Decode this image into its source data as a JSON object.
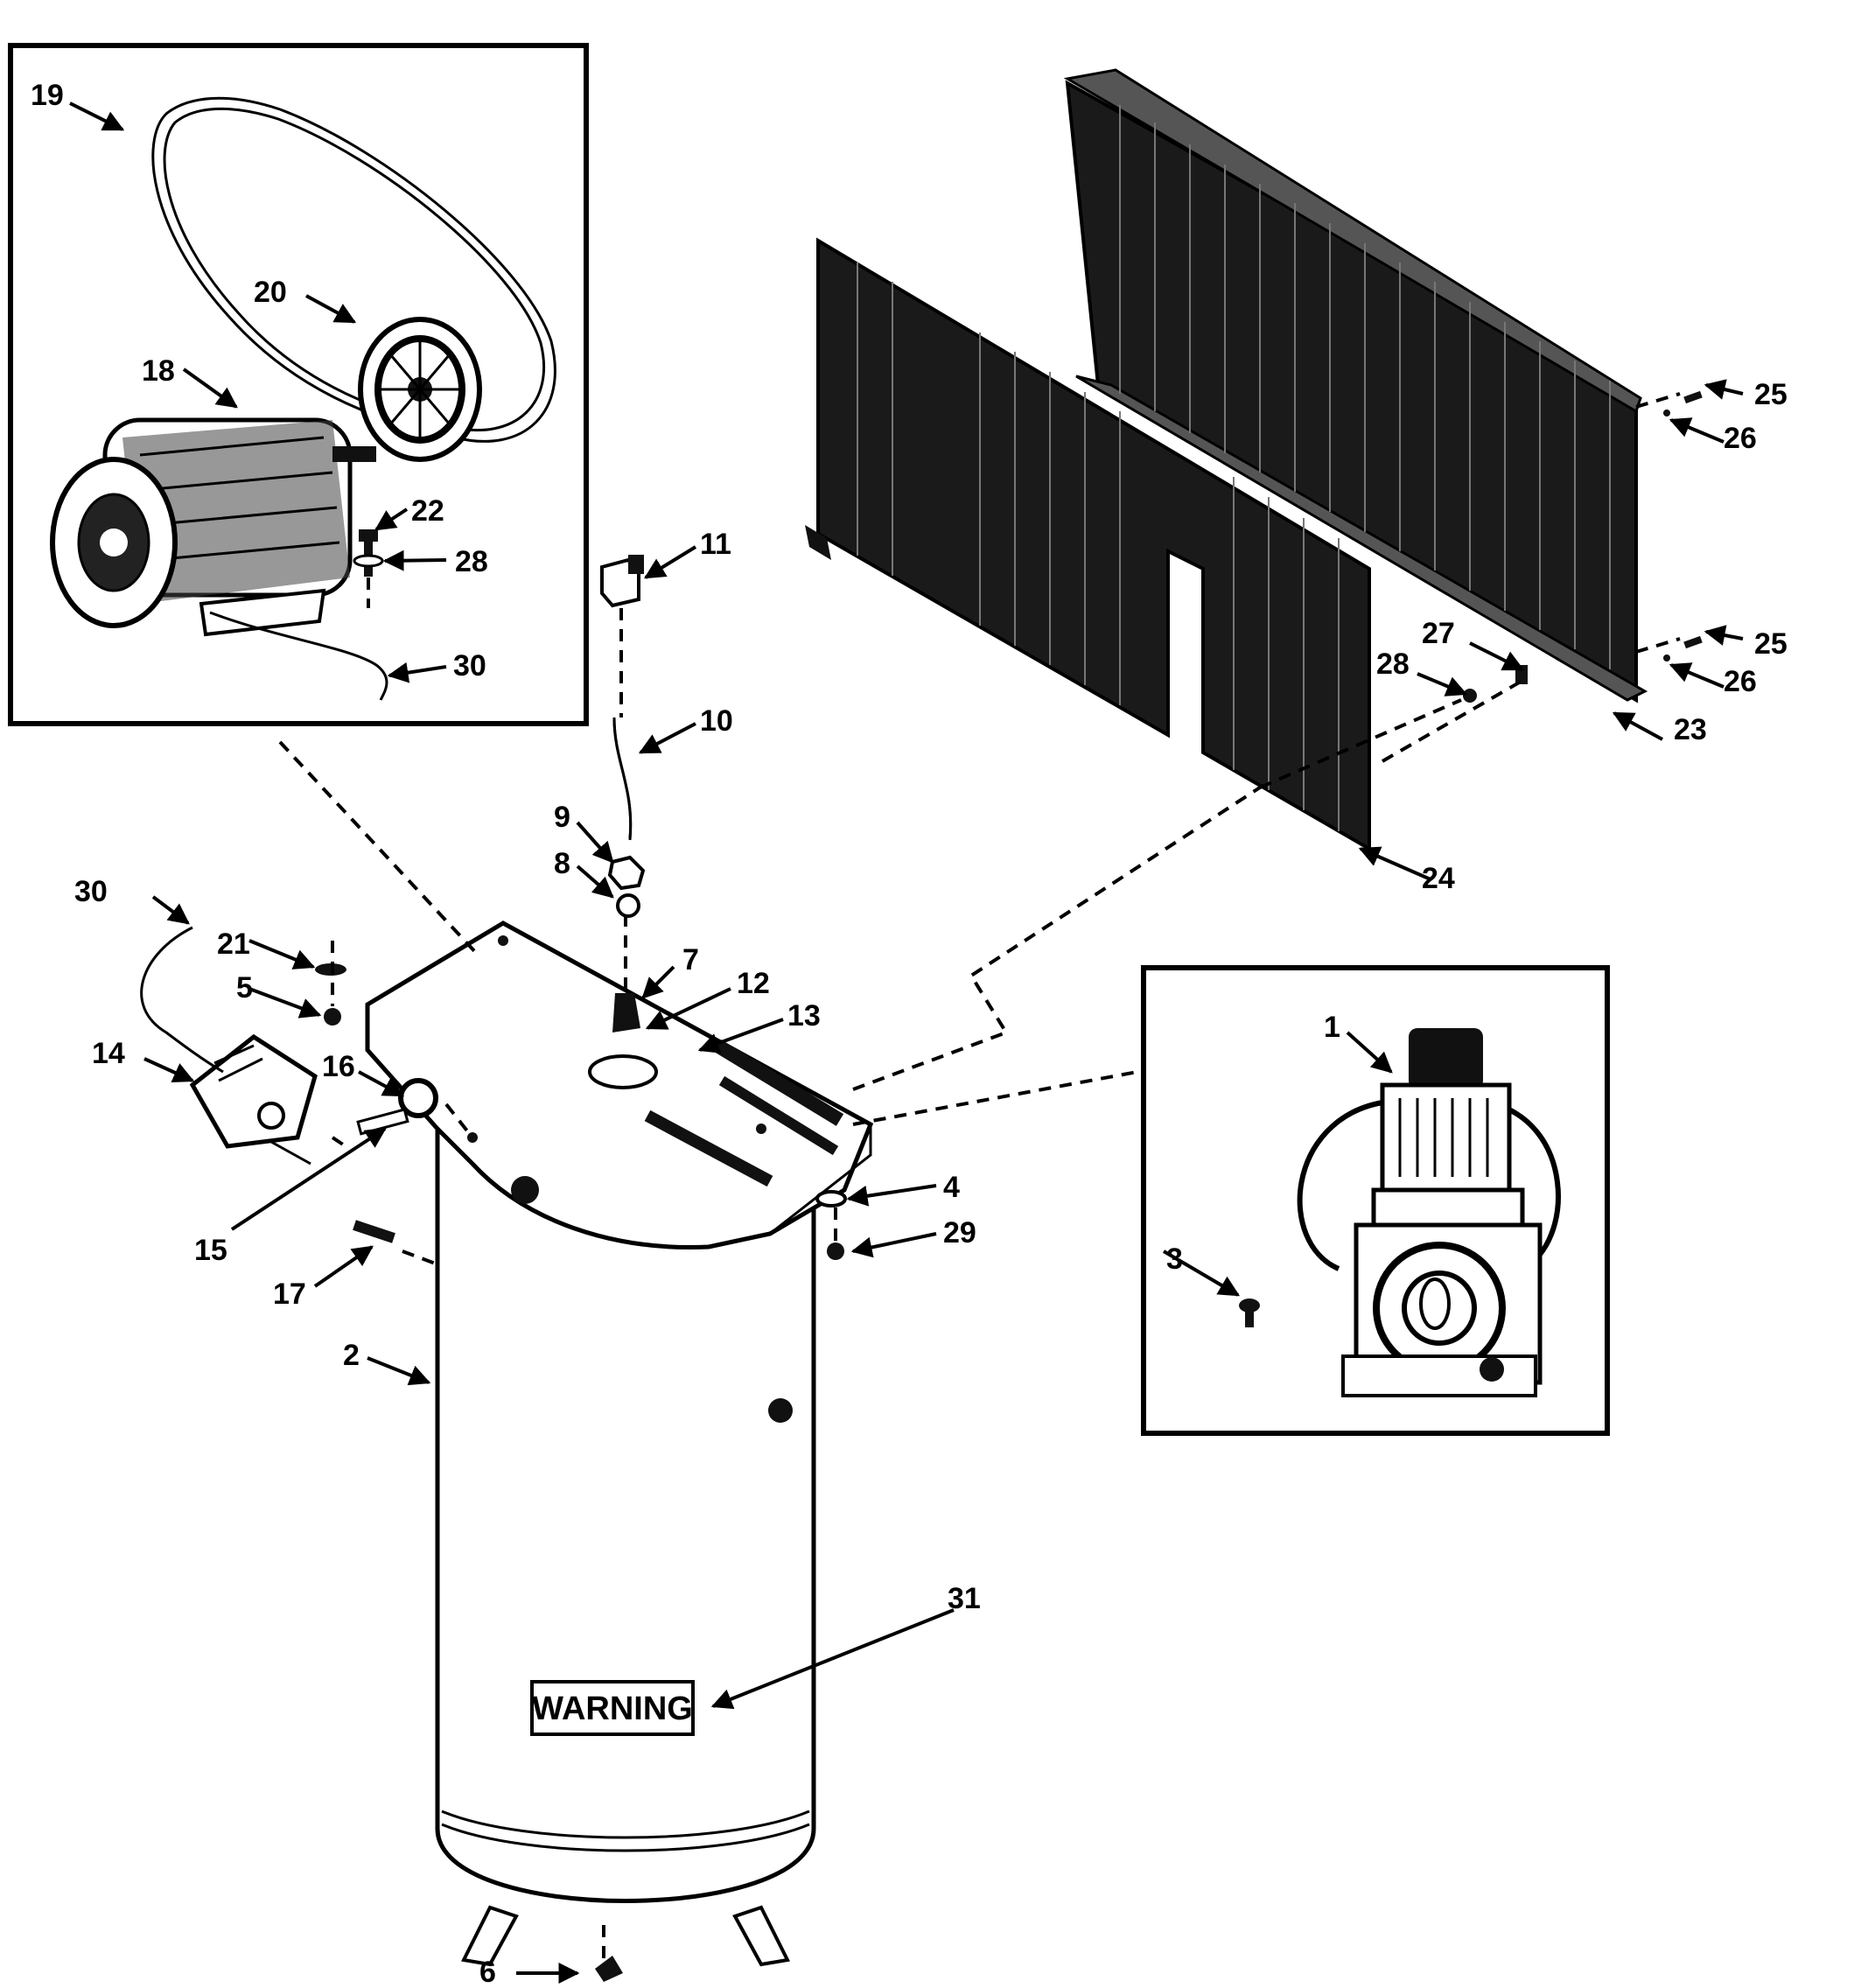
{
  "labels": {
    "l1": "1",
    "l2": "2",
    "l3": "3",
    "l4": "4",
    "l5": "5",
    "l6": "6",
    "l7": "7",
    "l8": "8",
    "l9": "9",
    "l10": "10",
    "l11": "11",
    "l12": "12",
    "l13": "13",
    "l14": "14",
    "l15": "15",
    "l16": "16",
    "l17": "17",
    "l18": "18",
    "l19": "19",
    "l20": "20",
    "l21": "21",
    "l22": "22",
    "l23": "23",
    "l24": "24",
    "l25a": "25",
    "l25b": "25",
    "l26a": "26",
    "l26b": "26",
    "l27": "27",
    "l28a": "28",
    "l28b": "28",
    "l29": "29",
    "l30a": "30",
    "l30b": "30",
    "l31": "31"
  },
  "warning_label": "WARNING"
}
